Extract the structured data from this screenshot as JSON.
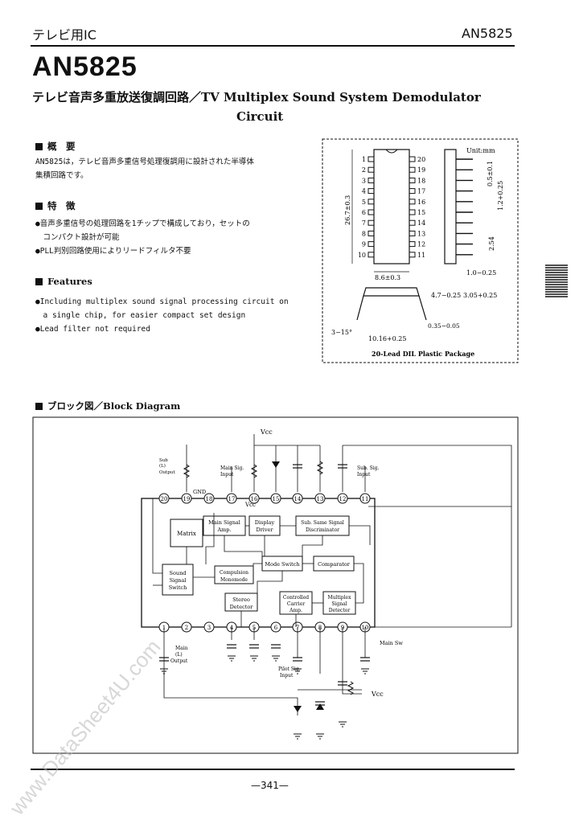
{
  "header": {
    "category": "テレビ用IC",
    "part_number": "AN5825"
  },
  "title": "AN5825",
  "subtitle_line1": "テレビ音声多重放送復調回路／TV Multiplex Sound System Demodulator",
  "subtitle_line2": "Circuit",
  "overview": {
    "heading": "概　要",
    "lines": [
      "AN5825は，テレビ音声多重信号処理復調用に設計された半導体",
      "集積回路です。"
    ]
  },
  "features_jp": {
    "heading": "特　徴",
    "lines": [
      "●音声多重信号の処理回路を1チップで構成しており，セットの",
      "　コンパクト設計が可能",
      "●PLL判別回路使用によりリードフィルタ不要"
    ]
  },
  "features_en": {
    "heading": "Features",
    "lines": [
      "●Including multiplex sound signal processing circuit on",
      "　a single chip, for easier compact set design",
      "●Lead filter not required"
    ]
  },
  "package": {
    "unit": "Unit:mm",
    "caption": "20-Lead DIL Plastic Package",
    "left_pins": [
      "1",
      "2",
      "3",
      "4",
      "5",
      "6",
      "7",
      "8",
      "9",
      "10"
    ],
    "right_pins": [
      "20",
      "19",
      "18",
      "17",
      "16",
      "15",
      "14",
      "13",
      "12",
      "11"
    ],
    "dims": {
      "length": "26.7±0.3",
      "width": "8.6±0.3",
      "lead_width": "0.5±0.1",
      "lead_pitch": "2.54",
      "pin_span": "1.2+0.25",
      "lead_thick": "1.0−0.25",
      "height": "4.7−0.25",
      "seat": "3.05+0.25",
      "row_span": "10.16+0.25",
      "lead_t": "0.35−0.05",
      "angle": "3−15°"
    }
  },
  "block_diagram": {
    "heading": "ブロック図／Block Diagram",
    "top_pins": [
      "20",
      "19",
      "18",
      "17",
      "16",
      "15",
      "14",
      "13",
      "12",
      "11"
    ],
    "bottom_pins": [
      "1",
      "2",
      "3",
      "4",
      "5",
      "6",
      "7",
      "8",
      "9",
      "10"
    ],
    "blocks": {
      "matrix": "Matrix",
      "main_signal_amp": [
        "Main Signal",
        "Amp."
      ],
      "display_driver": [
        "Display",
        "Driver"
      ],
      "sub_signal_discriminator": [
        "Sub. Same Signal",
        "Discriminator"
      ],
      "mode_switch": "Mode Switch",
      "comparator": "Comparator",
      "sound_signal_switch": [
        "Sound",
        "Signal",
        "Switch"
      ],
      "compulsion_monomode": [
        "Compulsion",
        "Monomode"
      ],
      "stereo_detector": [
        "Stereo",
        "Detector"
      ],
      "controlled_carrier_amp": [
        "Controlled",
        "Carrier",
        "Amp."
      ],
      "multiplex_signal_detector": [
        "Multiplex",
        "Signal",
        "Detector"
      ]
    },
    "labels": {
      "vcc_top": "Vcc",
      "vcc_inner": "Vcc",
      "vcc_bottom": "Vcc",
      "sub_output": [
        "Sub",
        "(L)",
        "Output"
      ],
      "gnd": "GND",
      "main_sig_input": [
        "Main Sig.",
        "Input"
      ],
      "sub_sig_input": [
        "Sub. Sig.",
        "Input"
      ],
      "main_output": [
        "Main",
        "(L)",
        "Output"
      ],
      "pilot_sig_input": [
        "Pilot Sig.",
        "Input"
      ],
      "main_sw": "Main Sw"
    }
  },
  "page_number": "—341—",
  "watermark": "www.DataSheet4U.com"
}
